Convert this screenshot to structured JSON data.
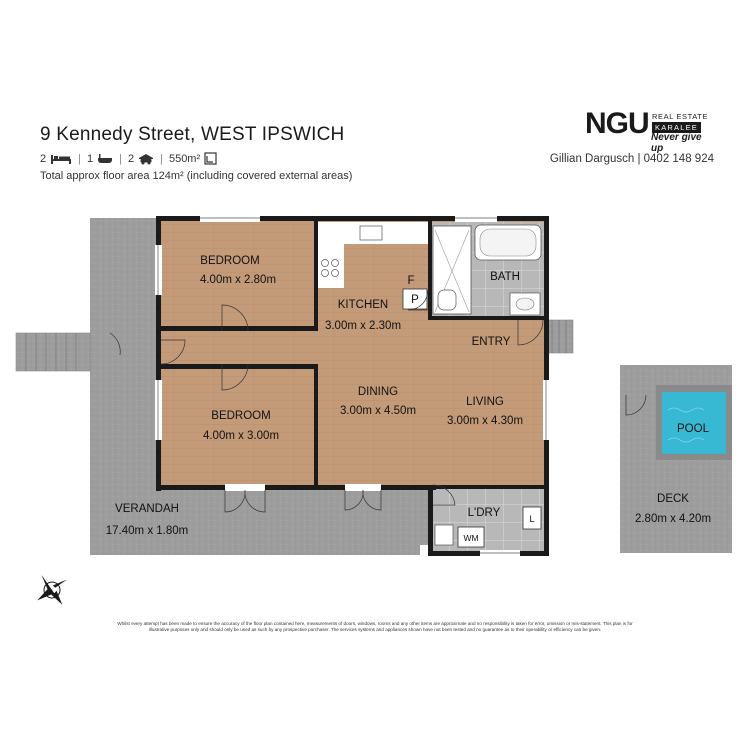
{
  "header": {
    "address": "9 Kennedy Street, WEST IPSWICH",
    "beds": "2",
    "baths": "1",
    "cars": "2",
    "land": "550m²",
    "floor_area": "Total approx floor area 124m² (including covered external areas)"
  },
  "agency": {
    "brand": "NGU",
    "real_estate": "REAL ESTATE",
    "office": "KARALEE",
    "slogan": "Never give up",
    "agent": "Gillian Dargusch | 0402 148 924"
  },
  "rooms": {
    "bedroom1": {
      "name": "BEDROOM",
      "size": "4.00m x 2.80m"
    },
    "kitchen": {
      "name": "KITCHEN",
      "size": "3.00m x 2.30m",
      "fridge": "F",
      "pantry": "P"
    },
    "bath": {
      "name": "BATH"
    },
    "entry": {
      "name": "ENTRY"
    },
    "bedroom2": {
      "name": "BEDROOM",
      "size": "4.00m x 3.00m"
    },
    "dining": {
      "name": "DINING",
      "size": "3.00m x 4.50m"
    },
    "living": {
      "name": "LIVING",
      "size": "3.00m x 4.30m"
    },
    "verandah": {
      "name": "VERANDAH",
      "size": "17.40m x 1.80m"
    },
    "laundry": {
      "name": "L'DRY",
      "washer": "WM",
      "linen": "L"
    },
    "pool": {
      "name": "POOL"
    },
    "deck": {
      "name": "DECK",
      "size": "2.80m x 4.20m"
    }
  },
  "colors": {
    "verandah": "#9d9d9d",
    "floor": "#c49b79",
    "wall": "#1a1a1a",
    "tile": "#b8b8b8",
    "pool": "#37b9d4"
  },
  "disclaimer": "Whilst every attempt has been made to ensure the accuracy of the floor plan contained here, measurements of doors, windows, rooms and any other items are approximate and no responsibility is taken for error, omission or mis-statement. This plan is for illustrative purposes only and should only be used as such by any prospective purchaser. The services systems and appliances shown have not been tested and no guarantee as to their operability or efficiency can be given."
}
